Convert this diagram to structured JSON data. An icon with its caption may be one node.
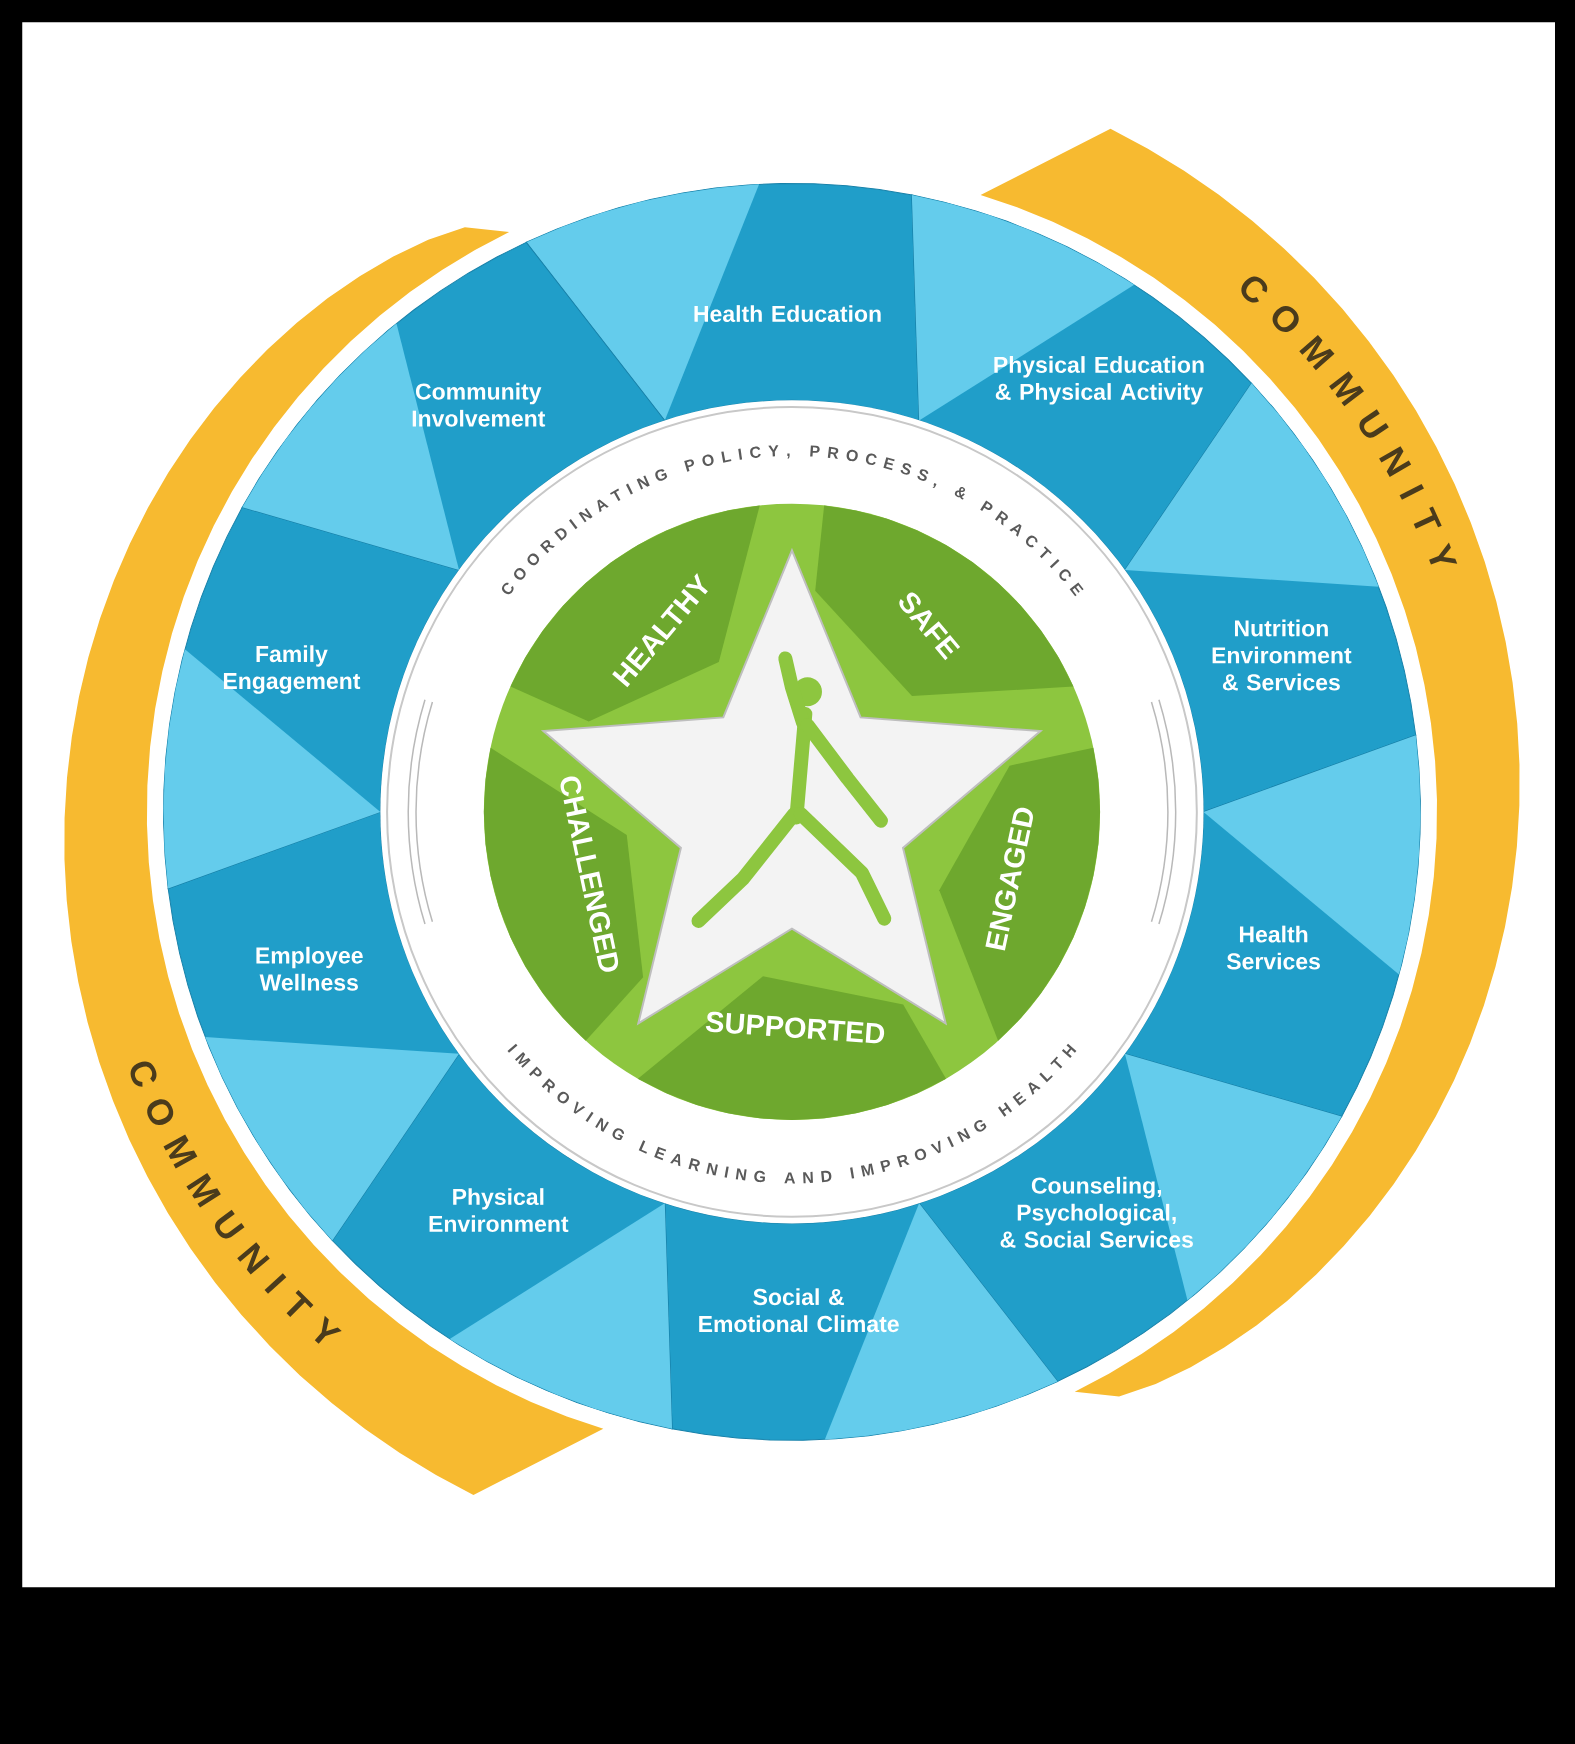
{
  "diagram": {
    "nodes": [
      {
        "text": [
          "Health Education"
        ]
      },
      {
        "text": [
          "Physical Education & Physical Activity"
        ]
      },
      {
        "text": [
          "Nutrition Environment & Services"
        ]
      },
      {
        "text": [
          "Health Services"
        ]
      },
      {
        "text": [
          "Counseling, Psychological, & Social Services"
        ]
      },
      {
        "text": [
          "Social & Emotional Climate"
        ]
      },
      {
        "text": [
          "Physical Environment"
        ]
      },
      {
        "text": [
          "Employee Wellness"
        ]
      },
      {
        "text": [
          "Family Engagement"
        ]
      },
      {
        "text": [
          "Community Involvement"
        ]
      }
    ],
    "labels": [
      "COMMUNITY",
      "COMMUNITY",
      "COORDINATING POLICY, PROCESS, & PRACTICE",
      "IMPROVING LEARNING AND IMPROVING HEALTH",
      "HEALTHY",
      "SAFE",
      "ENGAGED",
      "SUPPORTED",
      "CHALLENGED"
    ]
  }
}
